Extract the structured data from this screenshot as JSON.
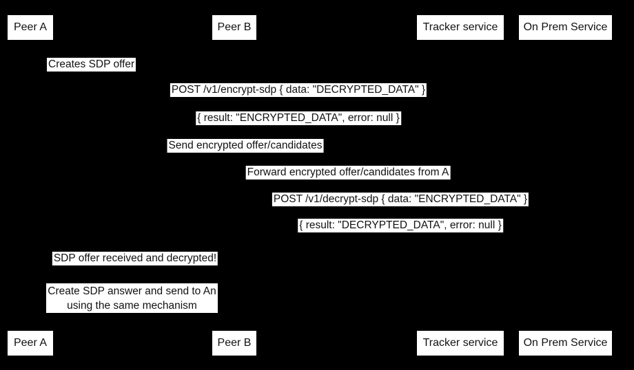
{
  "colors": {
    "background": "#000000",
    "box_background": "#ffffff",
    "text": "#111111"
  },
  "participants": {
    "peer_a": "Peer A",
    "peer_b": "Peer B",
    "tracker": "Tracker service",
    "on_prem": "On Prem Service"
  },
  "messages": {
    "creates_offer": "Creates SDP offer",
    "post_encrypt": "POST /v1/encrypt-sdp { data: \"DECRYPTED_DATA\" }",
    "encrypt_result": "{ result: \"ENCRYPTED_DATA\", error: null }",
    "send_encrypted": "Send encrypted offer/candidates",
    "forward_encrypted": "Forward encrypted offer/candidates from A",
    "post_decrypt": "POST /v1/decrypt-sdp { data: \"ENCRYPTED_DATA\" }",
    "decrypt_result": "{ result: \"DECRYPTED_DATA\", error: null }",
    "offer_received": "SDP offer received and decrypted!"
  },
  "note": {
    "line1": "Create SDP answer and send to An",
    "line2": "using the same mechanism"
  }
}
